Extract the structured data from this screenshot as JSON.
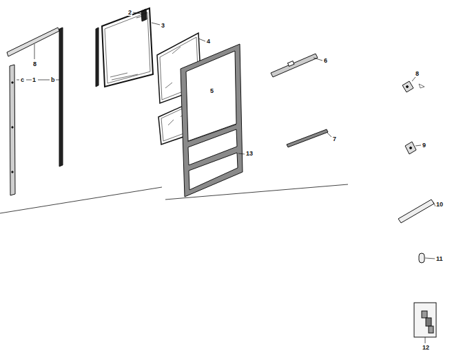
{
  "diagram": {
    "labels": [
      "8",
      "c",
      "1",
      "b",
      "2",
      "3",
      "4",
      "5",
      "13",
      "6",
      "7",
      "8",
      "9",
      "10",
      "11",
      "12"
    ]
  }
}
